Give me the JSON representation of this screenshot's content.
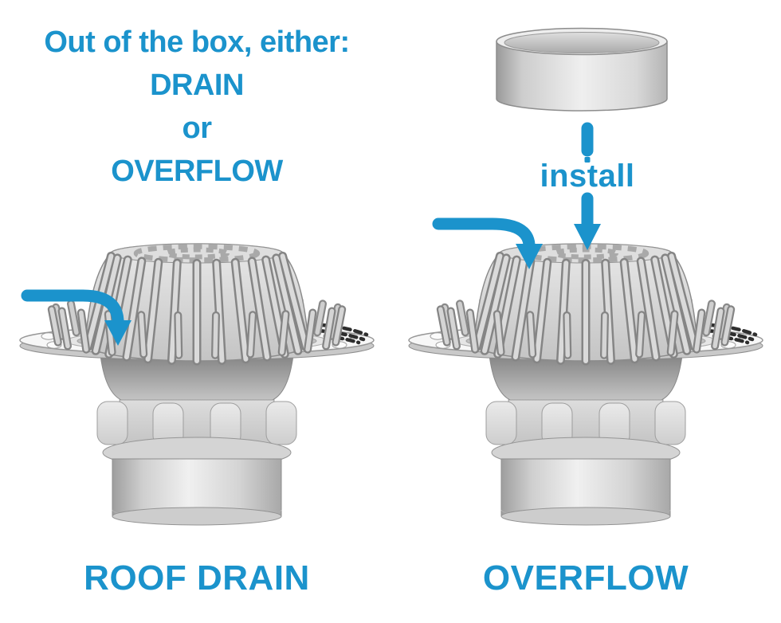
{
  "colors": {
    "accent_blue": "#1b93cc",
    "metal_light": "#efefef",
    "metal_mid": "#c9c9c9",
    "metal_dark": "#8d8d8d"
  },
  "heading": {
    "lines": [
      "Out of the box, either:",
      "DRAIN",
      "or",
      "OVERFLOW"
    ]
  },
  "right_panel": {
    "install_label": "install"
  },
  "captions": {
    "left": "ROOF DRAIN",
    "right": "OVERFLOW"
  },
  "icons": {
    "left_flow_arrow": "curved-down-arrow",
    "right_flow_arrow": "curved-down-arrow",
    "install_arrow": "dashed-down-arrow"
  },
  "graphics": {
    "left_drain": "roof-drain-3d-render",
    "right_drain": "roof-drain-3d-render",
    "collar": "overflow-collar-ring-3d-render"
  }
}
